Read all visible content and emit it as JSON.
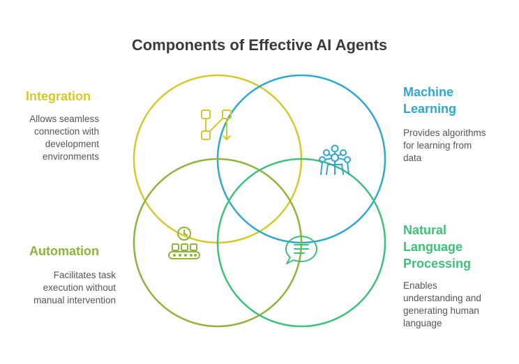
{
  "title": "Components of Effective AI Agents",
  "components": [
    {
      "id": "integration",
      "heading": "Integration",
      "description": "Allows seamless\nconnection with\ndevelopment\nenvironments",
      "color": "#d4c82a",
      "icon": "flow-arrows-icon"
    },
    {
      "id": "machine-learning",
      "heading": "Machine\nLearning",
      "description": "Provides algorithms\nfor learning from\ndata",
      "color": "#2ea8cf",
      "icon": "neural-network-icon"
    },
    {
      "id": "automation",
      "heading": "Automation",
      "description": "Facilitates task\nexecution without\nmanual intervention",
      "color": "#8db33a",
      "icon": "conveyor-clock-icon"
    },
    {
      "id": "nlp",
      "heading": "Natural\nLanguage\nProcessing",
      "description": "Enables\nunderstanding and\ngenerating human\nlanguage",
      "color": "#3cc07a",
      "icon": "chat-bubble-icon"
    }
  ]
}
